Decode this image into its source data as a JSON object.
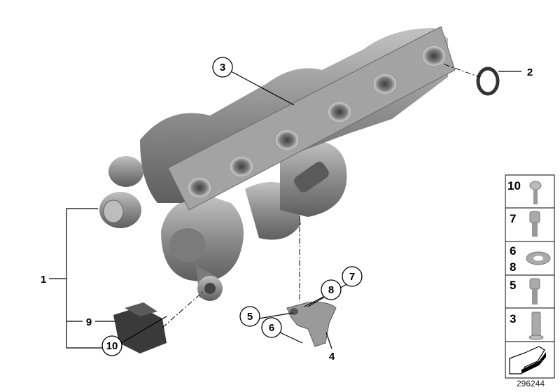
{
  "diagram": {
    "drawing_number": "296244",
    "callouts": {
      "c1": "1",
      "c2": "2",
      "c3": "3",
      "c4": "4",
      "c5": "5",
      "c6": "6",
      "c7": "7",
      "c8": "8",
      "c9": "9",
      "c10": "10"
    },
    "parts_panel": [
      {
        "labels": [
          "10"
        ],
        "icon": "torx-pan-screw-icon"
      },
      {
        "labels": [
          "7"
        ],
        "icon": "socket-cap-screw-icon"
      },
      {
        "labels": [
          "6",
          "8"
        ],
        "icon": "washer-icon"
      },
      {
        "labels": [
          "5"
        ],
        "icon": "socket-cap-screw-icon"
      },
      {
        "labels": [
          "3"
        ],
        "icon": "threaded-stud-nut-icon"
      },
      {
        "labels": [],
        "icon": "arrow-direction-icon"
      }
    ],
    "colors": {
      "part_fill": "#8c8c8c",
      "part_light": "#b5b5b5",
      "part_dark": "#5a5a5a"
    }
  }
}
